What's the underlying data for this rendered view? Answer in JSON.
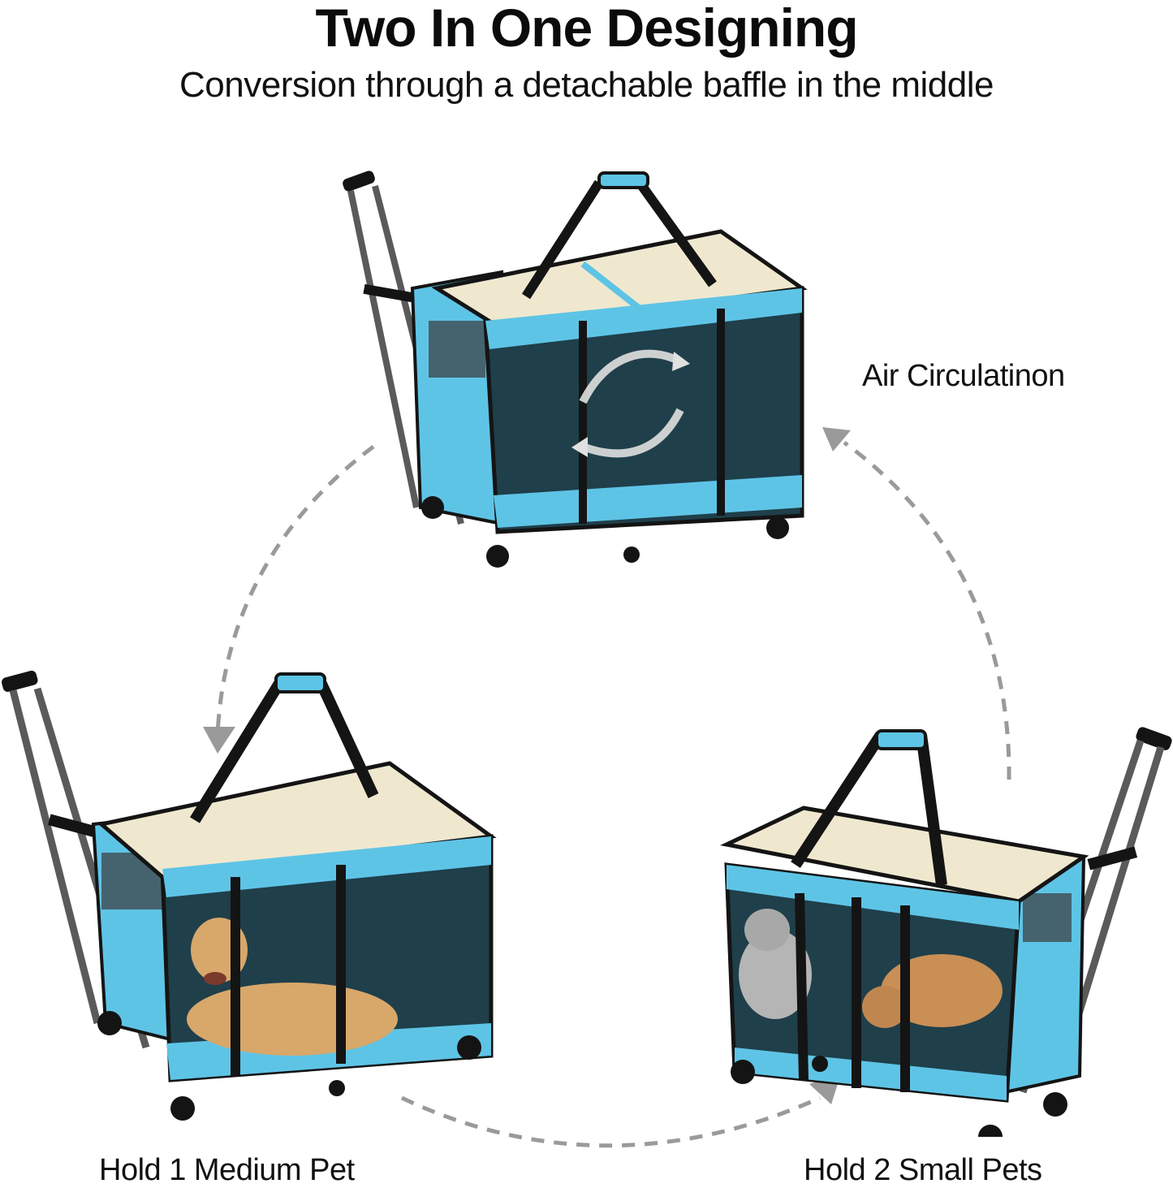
{
  "header": {
    "title": "Two In One Designing",
    "subtitle": "Conversion through a detachable baffle in the middle"
  },
  "captions": {
    "air_circulation": "Air Circulatinon",
    "hold_medium": "Hold 1 Medium Pet",
    "hold_small": "Hold 2 Small Pets"
  },
  "carriers": [
    {
      "id": "top",
      "content": "airflow-arrows",
      "handle_side": "left"
    },
    {
      "id": "bottom-left",
      "content": "dog",
      "handle_side": "left"
    },
    {
      "id": "bottom-right",
      "content": "two-cats",
      "handle_side": "right"
    }
  ],
  "colors": {
    "carrier_blue": "#5ec4e6",
    "lid_beige": "#efe8cf",
    "strap_black": "#141414",
    "mesh_dark": "#1f3f4a",
    "arrow_gray": "#9a9a9a",
    "handle_gray": "#5a5a5a"
  }
}
